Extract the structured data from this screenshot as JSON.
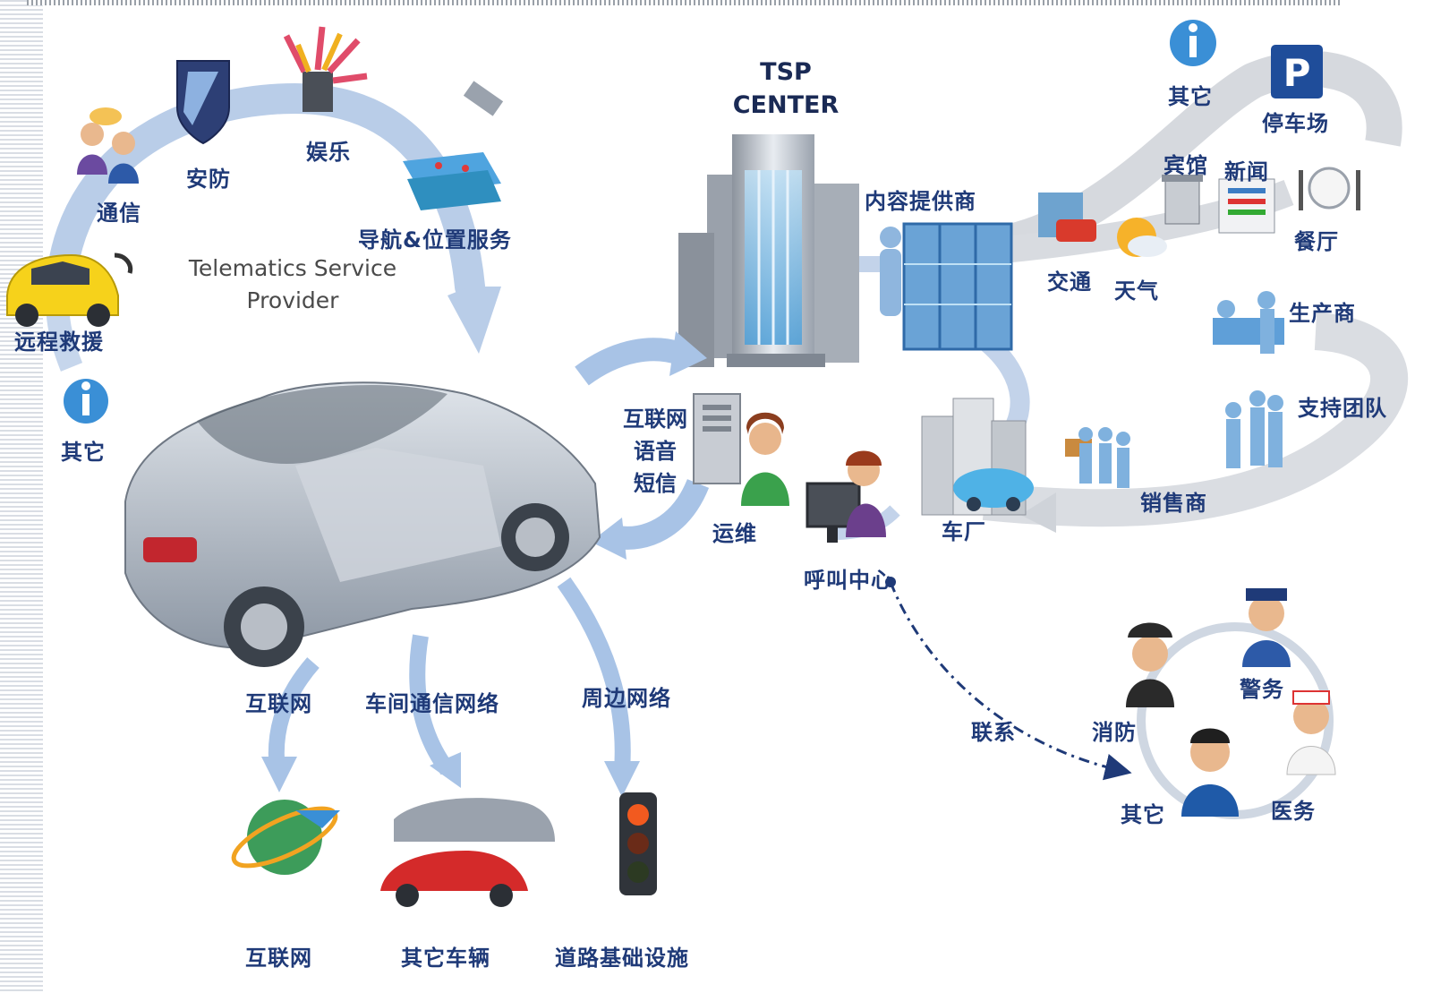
{
  "tsp_center": [
    "TSP",
    "CENTER"
  ],
  "telematics_provider": [
    "Telematics Service",
    "Provider"
  ],
  "services": {
    "communication": "通信",
    "security": "安防",
    "entertainment": "娱乐",
    "navigation": "导航&位置服务",
    "rescue": "远程救援",
    "other": "其它"
  },
  "channels": [
    "互联网",
    "语音",
    "短信"
  ],
  "center": {
    "operations": "运维",
    "call_center": "呼叫中心",
    "content_provider": "内容提供商",
    "manufacturer_plant": "车厂"
  },
  "content": {
    "other": "其它",
    "parking": "停车场",
    "hotel": "宾馆",
    "news": "新闻",
    "restaurant": "餐厅",
    "traffic": "交通",
    "weather": "天气"
  },
  "partners": {
    "producer": "生产商",
    "support_team": "支持团队",
    "dealer": "销售商"
  },
  "networks": {
    "internet": "互联网",
    "v2v": "车间通信网络",
    "peripheral": "周边网络"
  },
  "endpoints": {
    "internet": "互联网",
    "other_vehicles": "其它车辆",
    "road_infrastructure": "道路基础设施"
  },
  "emergency": {
    "contact": "联系",
    "police": "警务",
    "fire": "消防",
    "medical": "医务",
    "other": "其它"
  }
}
